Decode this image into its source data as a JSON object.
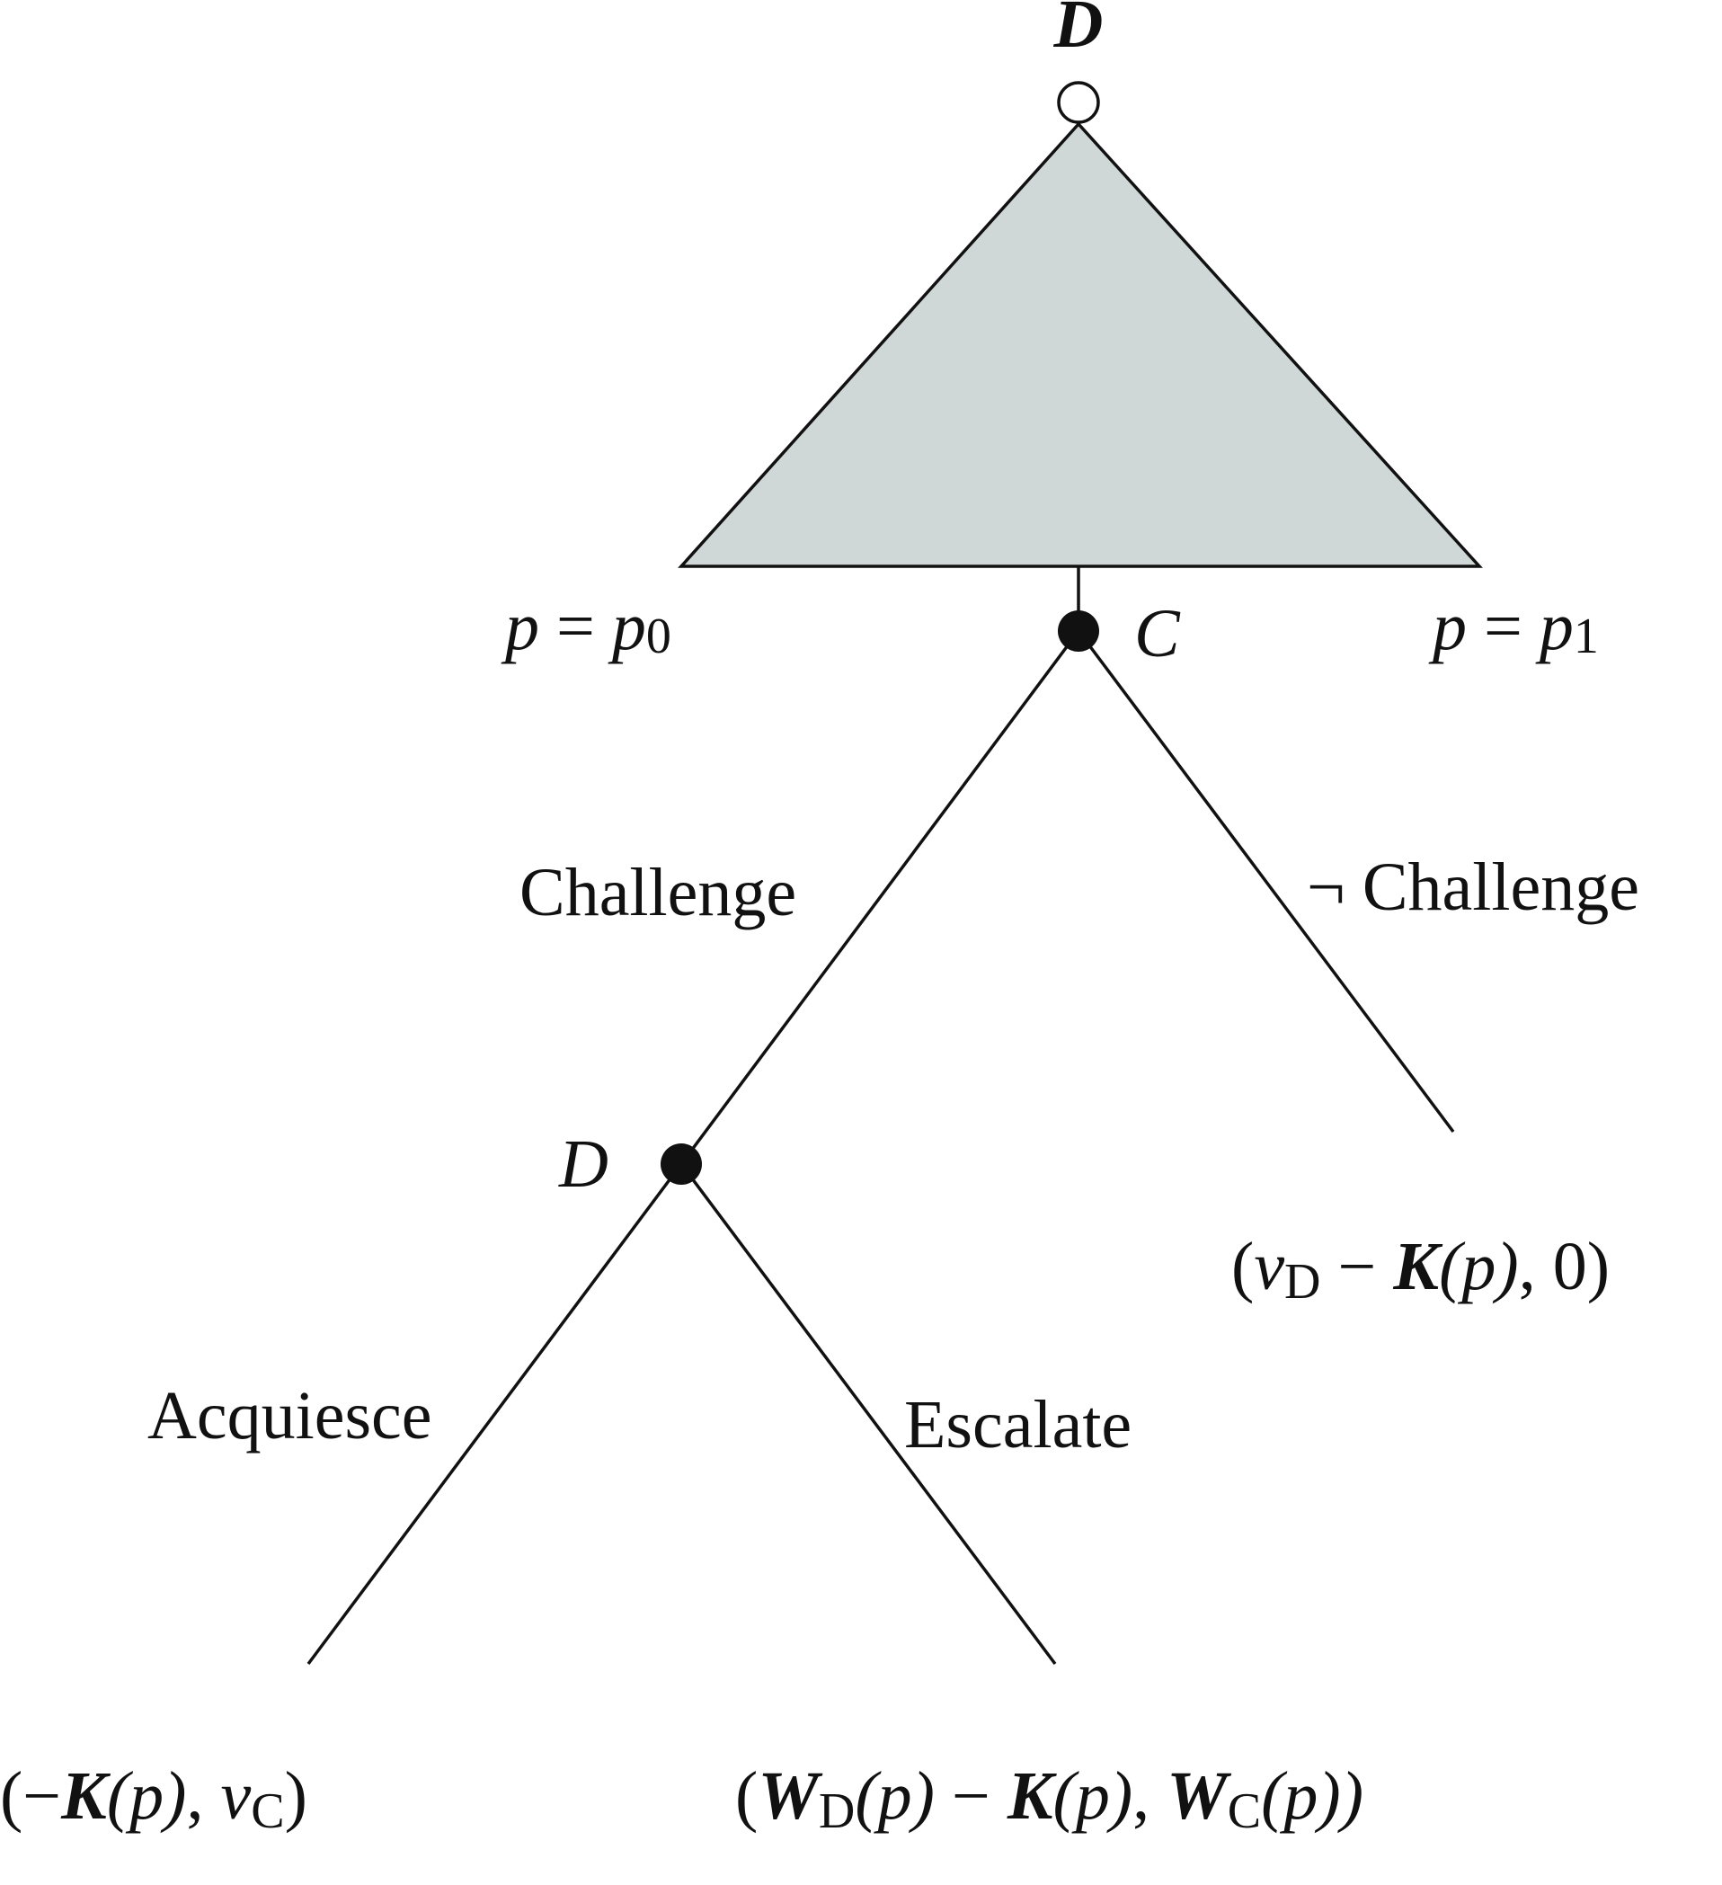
{
  "colors": {
    "info_set_fill": "#cfd8d7",
    "line": "#111111",
    "decision_node": "#111111",
    "root_node_fill": "#ffffff"
  },
  "nodes": {
    "root_player": "D",
    "challenger_player": "C",
    "defender_player": "D"
  },
  "info_set": {
    "left": {
      "var": "p",
      "eq": " = ",
      "rhs": "p",
      "sub": "0"
    },
    "right": {
      "var": "p",
      "eq": " = ",
      "rhs": "p",
      "sub": "1"
    }
  },
  "actions": {
    "challenge": "Challenge",
    "not_challenge": "¬ Challenge",
    "acquiesce": "Acquiesce",
    "escalate": "Escalate"
  },
  "payoffs": {
    "no_challenge": {
      "open": "(",
      "v": "v",
      "v_sub": "D",
      "minus": " − ",
      "K": "K",
      "arg": "(p)",
      "tail": ", 0)"
    },
    "acquiesce": {
      "open": "(−",
      "K": "K",
      "arg": "(p)",
      "comma": ", ",
      "v": "v",
      "v_sub": "C",
      "close": ")"
    },
    "escalate": {
      "open": "(",
      "W1": "W",
      "W1_sub": "D",
      "arg1": "(p)",
      "minus": " − ",
      "K": "K",
      "arg2": "(p)",
      "comma": ", ",
      "W2": "W",
      "W2_sub": "C",
      "arg3": "(p))"
    }
  }
}
